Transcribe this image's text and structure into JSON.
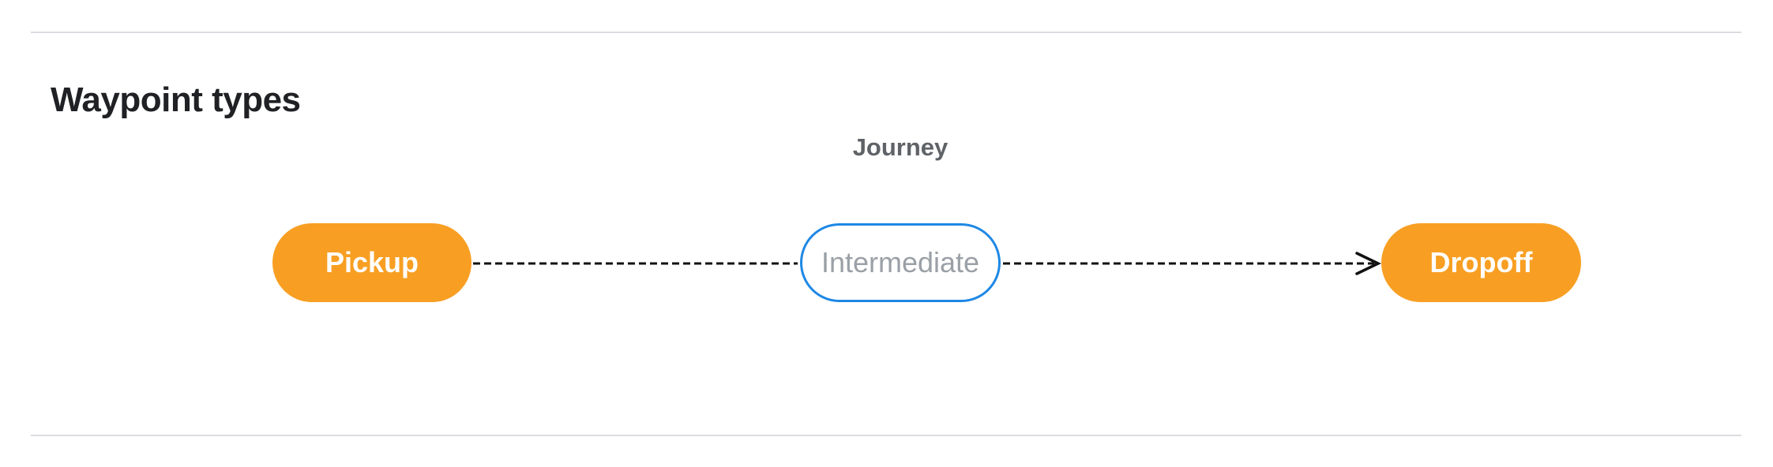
{
  "page": {
    "title": "Waypoint types"
  },
  "diagram": {
    "label": "Journey",
    "nodes": [
      {
        "id": "pickup",
        "label": "Pickup",
        "style": "filled-orange"
      },
      {
        "id": "intermediate",
        "label": "Intermediate",
        "style": "outlined-blue"
      },
      {
        "id": "dropoff",
        "label": "Dropoff",
        "style": "filled-orange"
      }
    ],
    "connections": [
      {
        "from": "pickup",
        "to": "intermediate",
        "style": "dashed",
        "arrowhead": "none"
      },
      {
        "from": "intermediate",
        "to": "dropoff",
        "style": "dashed",
        "arrowhead": "open-arrow"
      }
    ],
    "colors": {
      "node_fill": "#f89f23",
      "node_filled_text": "#ffffff",
      "outline_border": "#1e88e5",
      "outline_text": "#9aa0a6",
      "journey_label_text": "#5f6368",
      "heading_text": "#202124",
      "connector": "#111111",
      "divider": "#dadce0"
    }
  }
}
